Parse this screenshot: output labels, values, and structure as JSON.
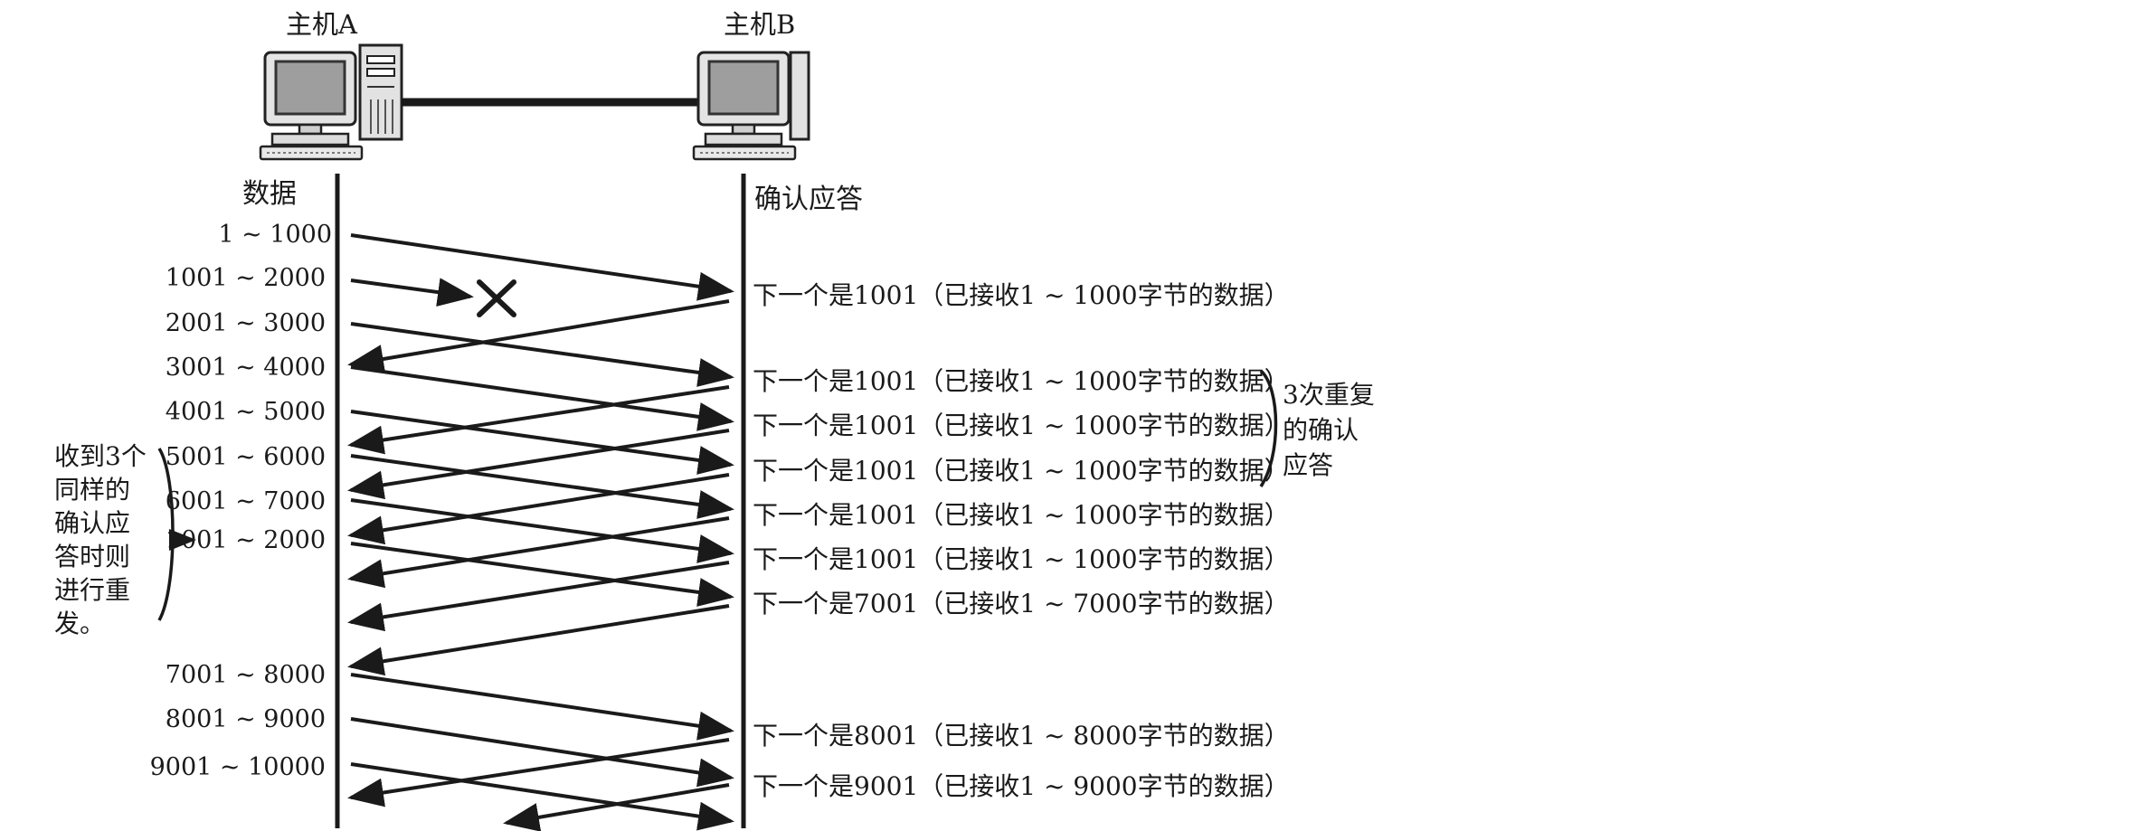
{
  "hosts": {
    "a_label": "主机A",
    "b_label": "主机B"
  },
  "columns": {
    "data_label": "数据",
    "ack_label": "确认应答"
  },
  "segments": [
    "1 ~ 1000",
    "1001 ~ 2000",
    "2001 ~ 3000",
    "3001 ~ 4000",
    "4001 ~ 5000",
    "5001 ~ 6000",
    "6001 ~ 7000",
    "1001 ~ 2000",
    "7001 ~ 8000",
    "8001 ~ 9000",
    "9001 ~ 10000"
  ],
  "acks": [
    "下一个是1001（已接收1 ~ 1000字节的数据）",
    "下一个是1001（已接收1 ~ 1000字节的数据）",
    "下一个是1001（已接收1 ~ 1000字节的数据）",
    "下一个是1001（已接收1 ~ 1000字节的数据）",
    "下一个是1001（已接收1 ~ 1000字节的数据）",
    "下一个是1001（已接收1 ~ 1000字节的数据）",
    "下一个是7001（已接收1 ~ 7000字节的数据）",
    "下一个是8001（已接收1 ~ 8000字节的数据）",
    "下一个是9001（已接收1 ~ 9000字节的数据）"
  ],
  "notes": {
    "duplicate_acks": [
      "3次重复",
      "的确认",
      "应答"
    ],
    "retransmit": [
      "收到3个",
      "同样的",
      "确认应",
      "答时则",
      "进行重",
      "发。"
    ]
  },
  "icons": {
    "computer": "desktop-computer-icon",
    "loss": "cross-mark-icon"
  }
}
